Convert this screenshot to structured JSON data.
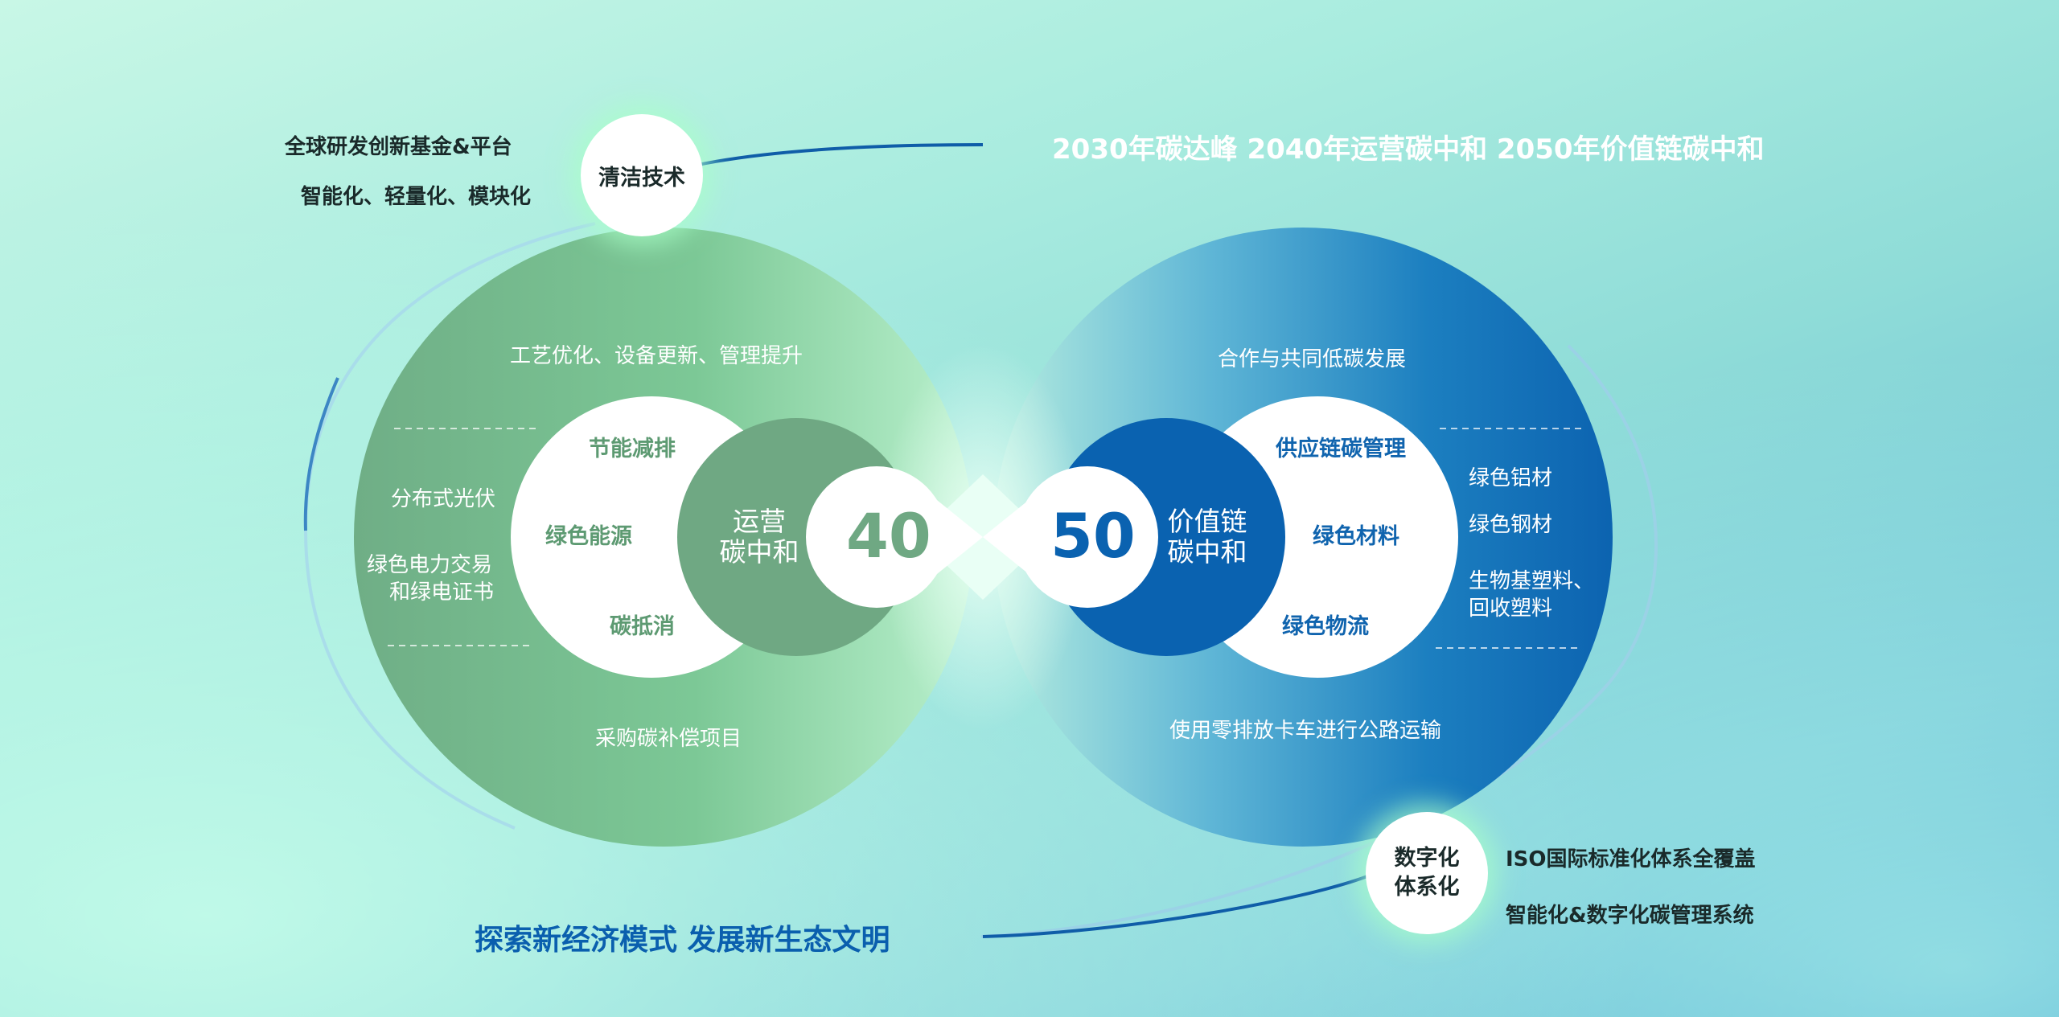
{
  "headline_top": "2030年碳达峰 2040年运营碳中和 2050年价值链碳中和",
  "headline_bottom": "探索新经济模式  发展新生态文明",
  "top_badge": {
    "label": "清洁技术",
    "notes": [
      "全球研发创新基金&平台",
      "智能化、轻量化、模块化"
    ]
  },
  "bottom_badge": {
    "label_line1": "数字化",
    "label_line2": "体系化",
    "notes": [
      "ISO国际标准化体系全覆盖",
      "智能化&数字化碳管理系统"
    ]
  },
  "left_loop": {
    "number": "40",
    "center_line1": "运营",
    "center_line2": "碳中和",
    "top_text": "工艺优化、设备更新、管理提升",
    "bottom_text": "采购碳补偿项目",
    "outer_items": [
      "分布式光伏",
      "绿色电力交易",
      "和绿电证书"
    ],
    "inner_items": [
      "节能减排",
      "绿色能源",
      "碳抵消"
    ],
    "color": "#6fa883"
  },
  "right_loop": {
    "number": "50",
    "center_line1": "价值链",
    "center_line2": "碳中和",
    "top_text": "合作与共同低碳发展",
    "bottom_text": "使用零排放卡车进行公路运输",
    "outer_items": [
      "绿色铝材",
      "绿色钢材",
      "生物基塑料、",
      "回收塑料"
    ],
    "inner_items": [
      "供应链碳管理",
      "绿色材料",
      "绿色物流"
    ],
    "color": "#0a62b0"
  }
}
